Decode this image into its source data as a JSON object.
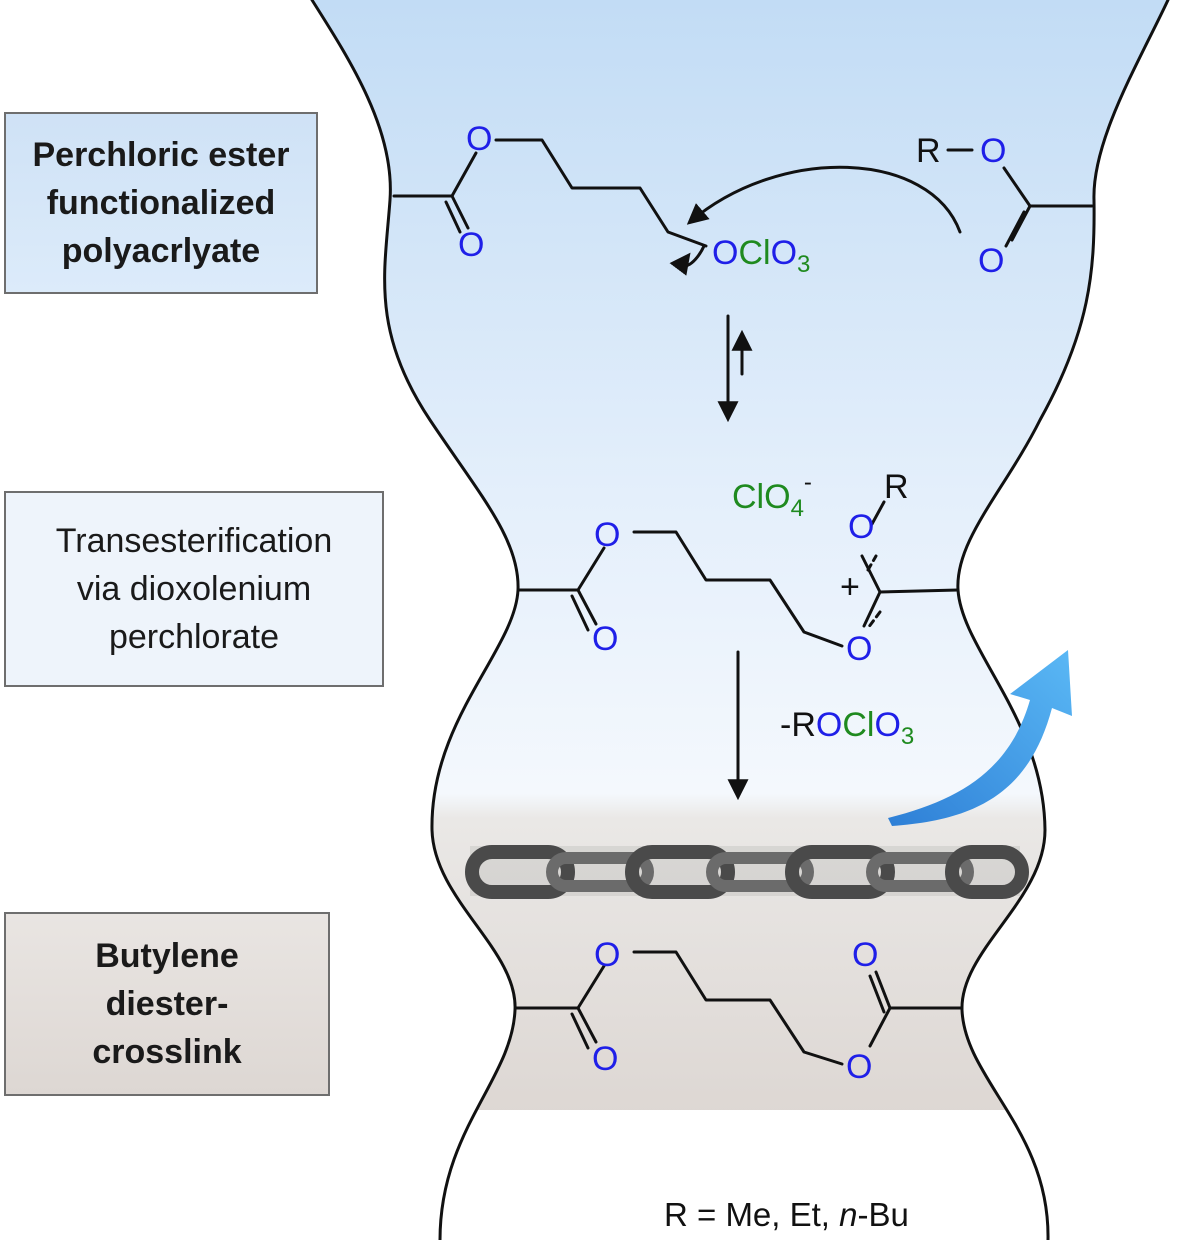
{
  "labels": {
    "step1": [
      "Perchloric ester",
      "functionalized",
      "polyacrlyate"
    ],
    "step2": [
      "Transesterification",
      "via dioxolenium",
      "perchlorate"
    ],
    "step3": [
      "Butylene",
      "diester-",
      "crosslink"
    ]
  },
  "atoms": {
    "O": "O",
    "R": "R",
    "Cl": "Cl",
    "O3": "O",
    "sub3": "3",
    "O4": "O",
    "sub4": "4",
    "minus": "-",
    "plus": "+",
    "neg_R": "-R"
  },
  "legend": {
    "prefix": "R = Me, Et, ",
    "italic": "n",
    "suffix": "-Bu"
  },
  "colors": {
    "oxygen": "#1f1fe8",
    "chlorine": "#1f8a1f",
    "highlight_arrow": "#1e8fe0"
  }
}
